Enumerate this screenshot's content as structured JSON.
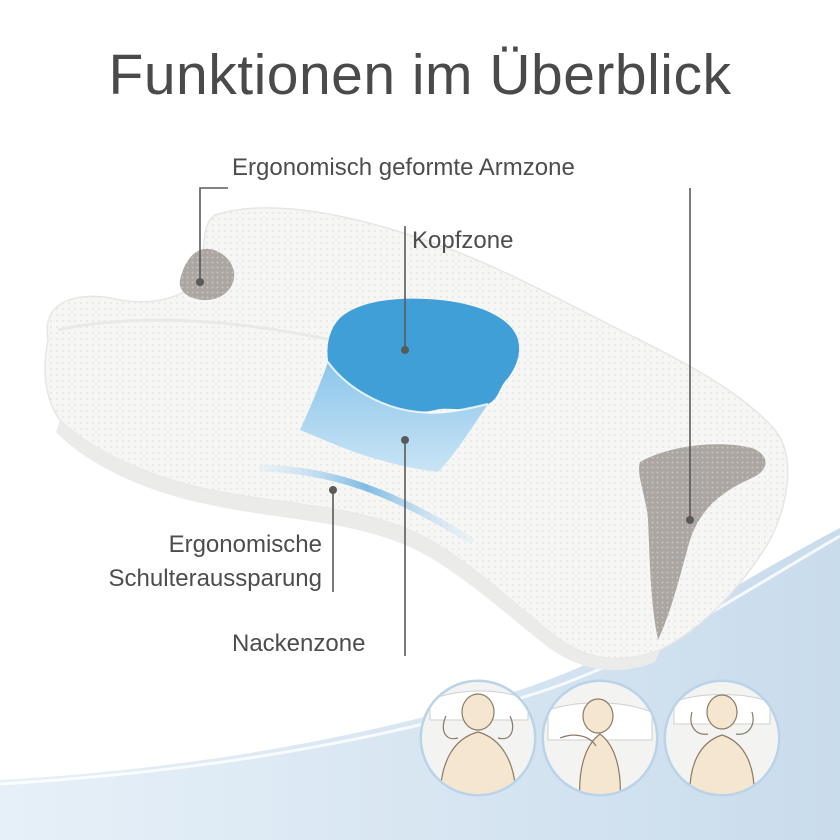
{
  "title": "Funktionen im Überblick",
  "labels": {
    "armzone": "Ergonomisch geformte Armzone",
    "kopfzone": "Kopfzone",
    "schulter_line1": "Ergonomische",
    "schulter_line2": "Schulteraussparung",
    "nackenzone": "Nackenzone"
  },
  "colors": {
    "head_zone": "#3f9fd6",
    "neck_zone": "#9fd0ee",
    "arm_zone": "#a8a29e",
    "pillow": "#f7f7f6",
    "wave": "#d6e6f3",
    "thumb_border": "#b9d3e8",
    "text": "#4a4a4a"
  },
  "thumbnails": [
    {
      "icon": "back-sleeping-position-icon"
    },
    {
      "icon": "side-sleeping-position-icon"
    },
    {
      "icon": "stomach-sleeping-position-icon"
    }
  ]
}
